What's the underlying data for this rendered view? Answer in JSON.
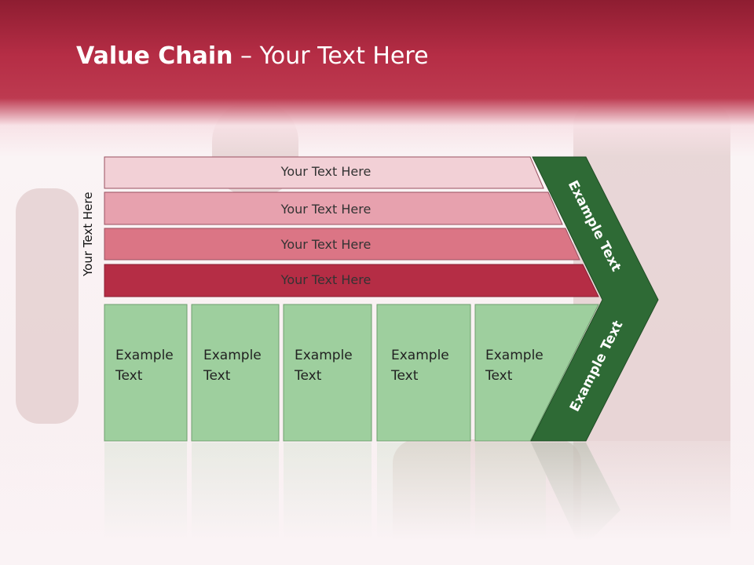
{
  "slide": {
    "title_bold": "Value Chain",
    "title_rest": " – Your Text Here",
    "side_label": "Your Text Here",
    "bands": [
      {
        "label": "Your Text Here",
        "color": "#f2d0d6"
      },
      {
        "label": "Your Text Here",
        "color": "#e7a1ae"
      },
      {
        "label": "Your Text Here",
        "color": "#db7585"
      },
      {
        "label": "Your Text Here",
        "color": "#b52d45"
      }
    ],
    "columns": [
      {
        "line1": "Example",
        "line2": "Text"
      },
      {
        "line1": "Example",
        "line2": "Text"
      },
      {
        "line1": "Example",
        "line2": "Text"
      },
      {
        "line1": "Example",
        "line2": "Text"
      },
      {
        "line1": "Example",
        "line2": "Text"
      }
    ],
    "chevron_top": "Example Text",
    "chevron_bottom": "Example Text",
    "colors": {
      "header": "#b52d45",
      "column_fill": "#9ecf9e",
      "chevron": "#2e6a35"
    }
  }
}
